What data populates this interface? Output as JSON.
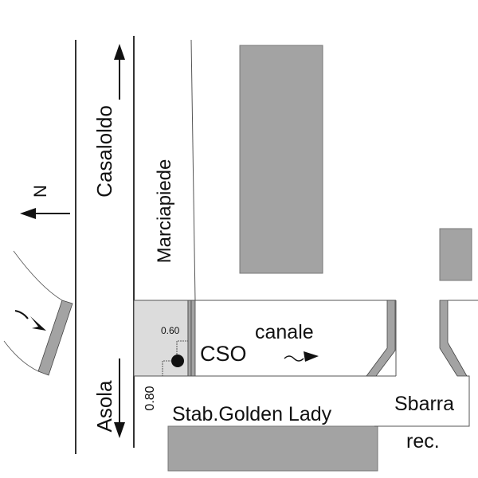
{
  "labels": {
    "north": "N",
    "road_north": "Casaloldo",
    "road_south": "Asola",
    "sidewalk": "Marciapiede",
    "cso": "CSO",
    "channel": "canale",
    "dim_horizontal": "0.60",
    "dim_vertical": "0.80",
    "plant": "Stab.Golden Lady",
    "barrier_line1": "Sbarra",
    "barrier_line2": "rec."
  },
  "colors": {
    "building": "#a3a3a3",
    "cso_area": "#dcdcdc",
    "line": "#333333"
  }
}
